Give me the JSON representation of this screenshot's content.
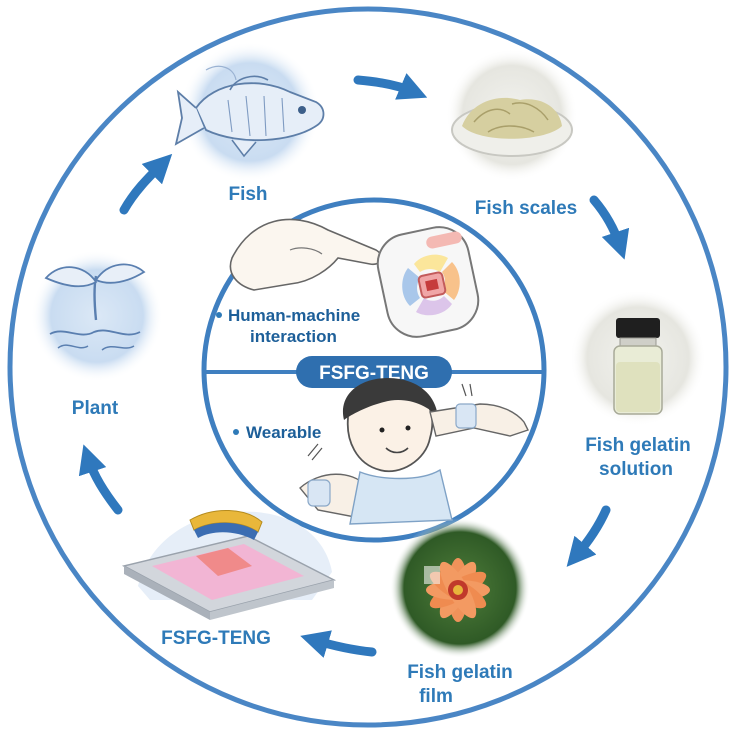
{
  "cycle": {
    "fish": "Fish",
    "fish_scales": "Fish scales",
    "fish_gelatin_solution": [
      "Fish gelatin",
      "solution"
    ],
    "fish_gelatin_film": [
      "Fish gelatin",
      "film"
    ],
    "fsfg_teng": "FSFG-TENG",
    "plant": "Plant"
  },
  "center": {
    "badge": "FSFG-TENG",
    "top_application": [
      "Human-machine",
      "interaction"
    ],
    "bottom_application": "Wearable"
  },
  "colors": {
    "ring": "#4a86c5",
    "arrow": "#2f78bd",
    "label": "#2e7ab8",
    "badge": "#2f6faf"
  }
}
